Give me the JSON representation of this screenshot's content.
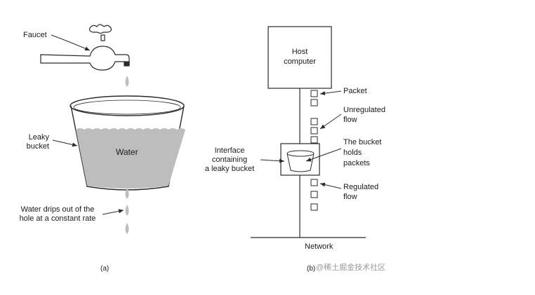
{
  "panel_a": {
    "faucet_label": "Faucet",
    "bucket_label_line1": "Leaky",
    "bucket_label_line2": "bucket",
    "water_label": "Water",
    "drips_label_line1": "Water drips out of the",
    "drips_label_line2": "hole at a constant rate",
    "caption": "(a)"
  },
  "panel_b": {
    "host_line1": "Host",
    "host_line2": "computer",
    "packet_label": "Packet",
    "unregulated_line1": "Unregulated",
    "unregulated_line2": "flow",
    "holds_line1": "The bucket",
    "holds_line2": "holds",
    "holds_line3": "packets",
    "regulated_line1": "Regulated",
    "regulated_line2": "flow",
    "interface_line1": "Interface",
    "interface_line2": "containing",
    "interface_line3": "a leaky bucket",
    "network_label": "Network",
    "caption": "(b)"
  },
  "watermark": "@稀土掘金技术社区",
  "colors": {
    "water": "#bdbdbd",
    "line": "#2a2a2a",
    "background": "#ffffff"
  }
}
